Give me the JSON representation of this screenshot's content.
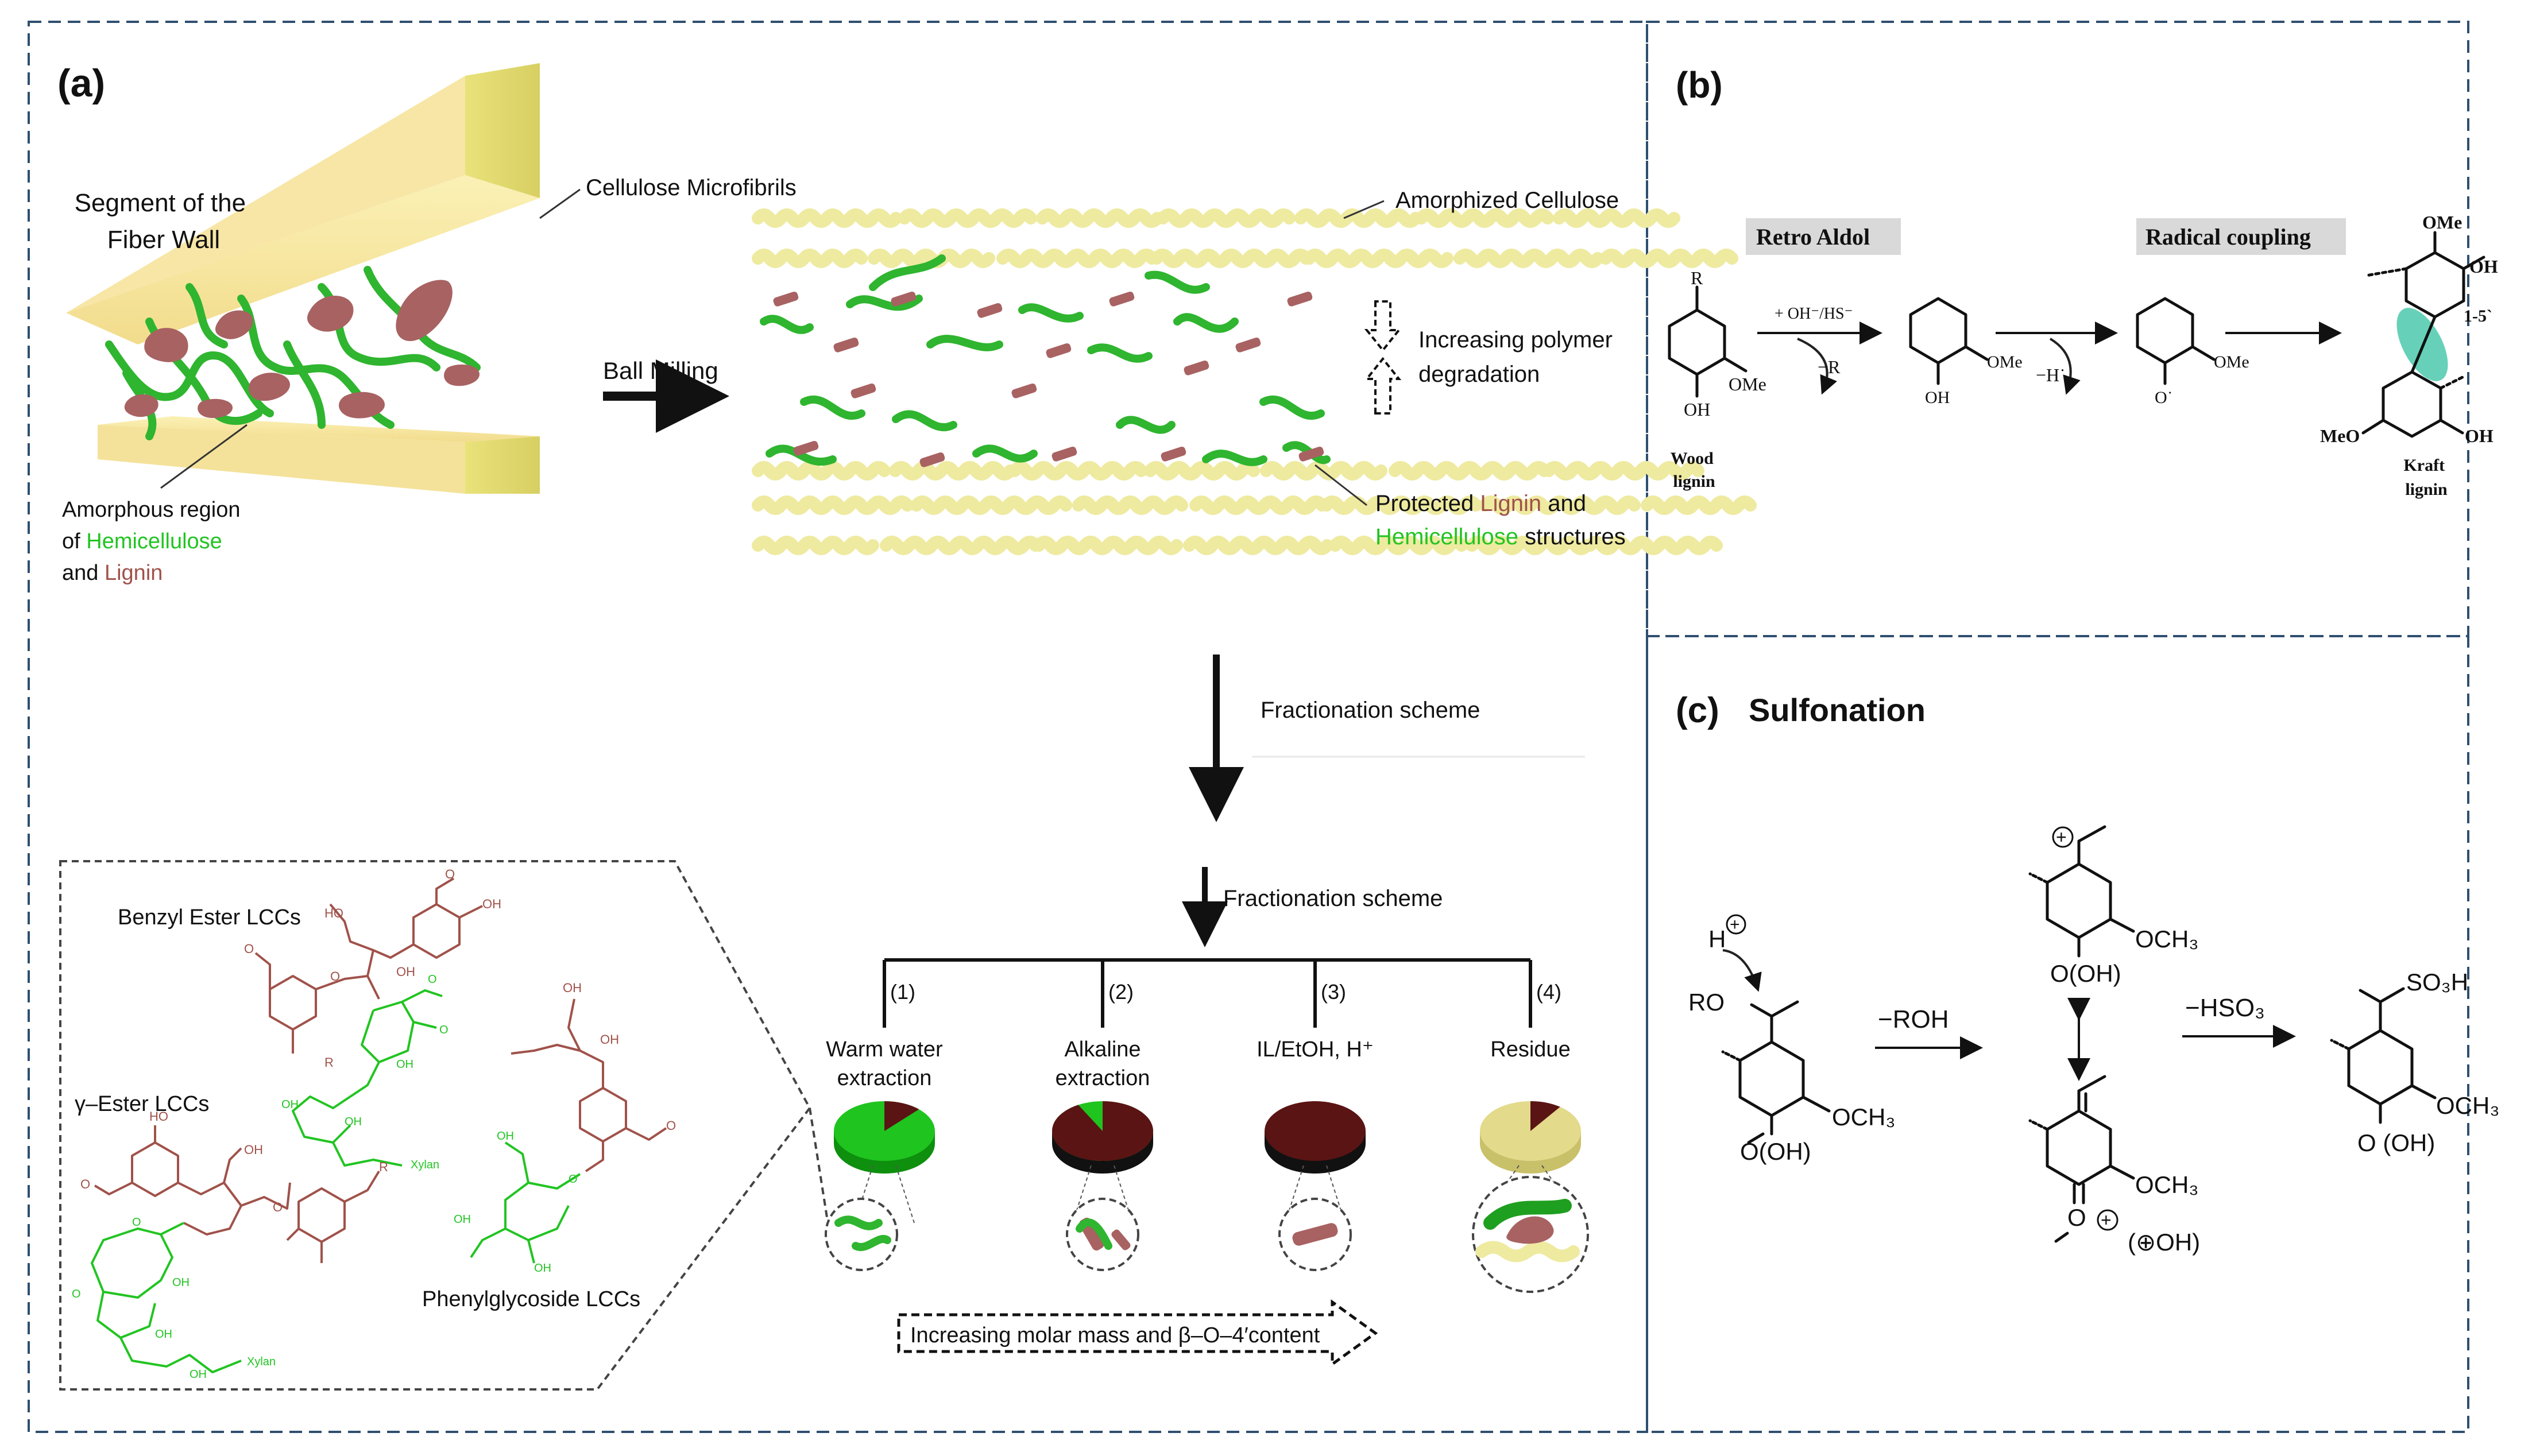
{
  "panel_a": {
    "label": "(a)",
    "segment_label_line1": "Segment of the",
    "segment_label_line2": "Fiber Wall",
    "cellulose_microfibrils": "Cellulose Microfibrils",
    "amorphous_region_line1": "Amorphous region",
    "amorphous_region_of": "of ",
    "hemicellulose": "Hemicellulose",
    "and": "and ",
    "lignin": "Lignin",
    "ball_milling": "Ball Milling",
    "amorphized_cellulose": "Amorphized  Cellulose",
    "increasing_degradation_line1": "Increasing polymer",
    "increasing_degradation_line2": "degradation",
    "protected": "Protected ",
    "protected_lignin": "Lignin",
    "protected_and": " and",
    "protected_hemicellulose": "Hemicellulose",
    "protected_structures": " structures",
    "fractionation_scheme_top": "Fractionation scheme",
    "fractionation_scheme_bottom": "Fractionation scheme",
    "steps": [
      {
        "num": "(1)",
        "line1": "Warm water",
        "line2": "extraction",
        "lignin_fraction": 0.12
      },
      {
        "num": "(2)",
        "line1": "Alkaline",
        "line2": "extraction",
        "lignin_fraction": 0.92
      },
      {
        "num": "(3)",
        "line1": "IL/EtOH, H⁺",
        "line2": "",
        "lignin_fraction": 1.0
      },
      {
        "num": "(4)",
        "line1": "Residue",
        "line2": "",
        "lignin_fraction": 0.1
      }
    ],
    "molar_mass_arrow": "Increasing molar mass and β–O–4′content",
    "lcc": {
      "benzyl_ester": "Benzyl Ester LCCs",
      "gamma_ester": "γ–Ester LCCs",
      "phenylglycoside": "Phenylglycoside LCCs",
      "xylan": "Xylan",
      "r": "R",
      "ho": "HO",
      "oh": "OH",
      "o": "O"
    }
  },
  "panel_b": {
    "label": "(b)",
    "retro_aldol": "Retro Aldol",
    "radical_coupling": "Radical coupling",
    "reagent": "+ OH⁻/HS⁻",
    "minus_r": "−R",
    "minus_h": "−H˙",
    "wood_line1": "Wood",
    "wood_line2": "lignin",
    "kraft_line1": "Kraft",
    "kraft_line2": "lignin",
    "link": "1-5ˋ",
    "ome": "OMe",
    "meo": "MeO",
    "oh": "OH",
    "r": "R",
    "o_radical": "O˙"
  },
  "panel_c": {
    "label": "(c)",
    "title": "Sulfonation",
    "minus_roh": "−ROH",
    "minus_hso3": "−HSO₃",
    "h_plus": "H",
    "plus": "+",
    "ro": "RO",
    "och3": "OCH₃",
    "o_oh": "O(OH)",
    "o_space_oh": "O (OH)",
    "o": "O",
    "plus_oh": "(⊕OH)",
    "so3h": "SO₃H"
  },
  "colors": {
    "lignin": "#a0524a",
    "hemicellulose": "#22c422",
    "lignin_dark": "#5a1414",
    "cellulose": "#d8d27a",
    "frame": "#2f4f6f"
  }
}
